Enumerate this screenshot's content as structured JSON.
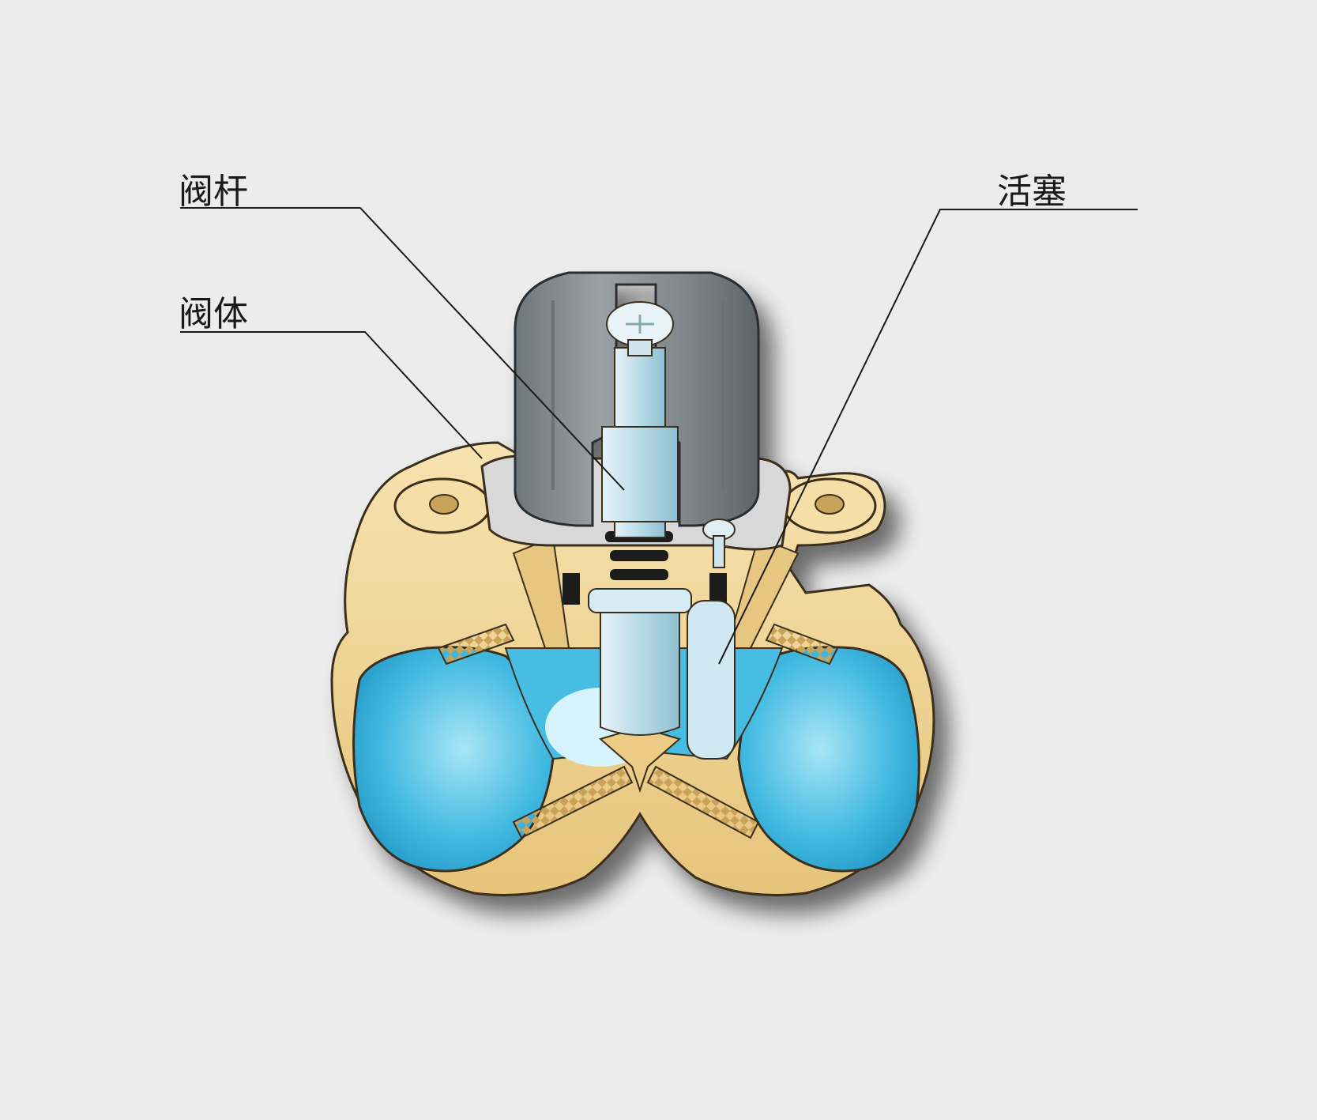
{
  "labels": {
    "valve_stem": "阀杆",
    "valve_body": "阀体",
    "piston": "活塞"
  },
  "colors": {
    "background": "#ececec",
    "brass": "#f2d79a",
    "brass_dark": "#c9a35a",
    "water": "#3fb8e0",
    "water_light": "#9fe0f4",
    "cap": "#8a9196",
    "cap_dark": "#5d6468",
    "stem": "#b9dbe8",
    "seal": "#1e1e1e",
    "plate": "#d8d8d8"
  }
}
